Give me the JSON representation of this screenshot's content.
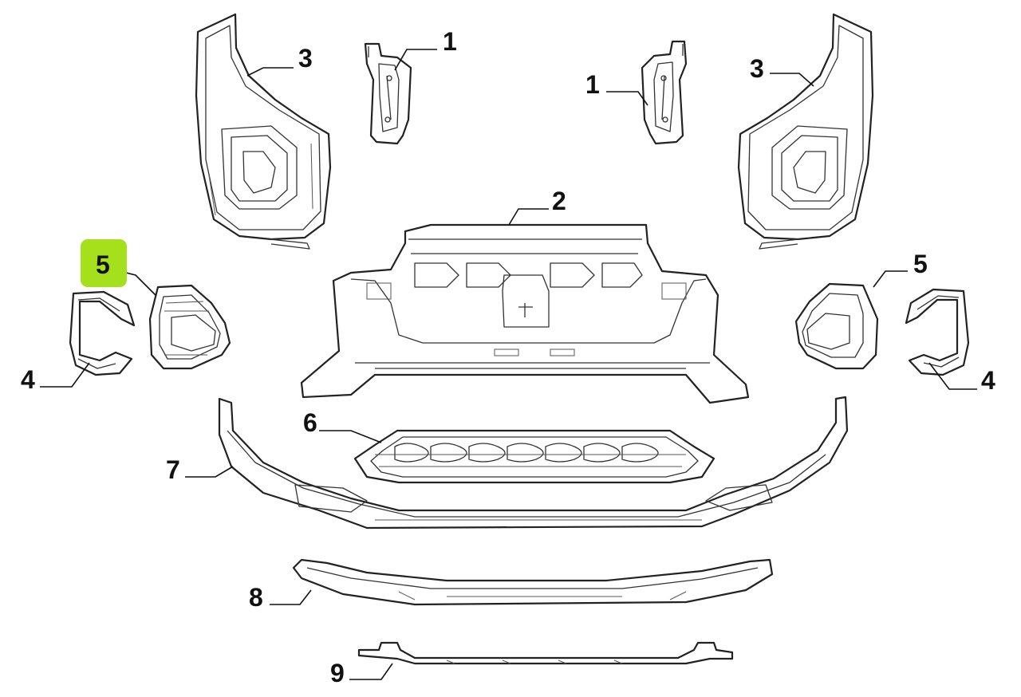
{
  "diagram": {
    "highlight_color": "#a4e01c",
    "callouts": {
      "bracket_left": "1",
      "bracket_right": "1",
      "reinforcement": "2",
      "end_cap_left": "3",
      "end_cap_right": "3",
      "bezel_left": "4",
      "bezel_right": "4",
      "fog_housing_left": "5",
      "fog_housing_right": "5",
      "grille": "6",
      "lower_fascia": "7",
      "skid_plate": "8",
      "lower_strip": "9"
    }
  }
}
